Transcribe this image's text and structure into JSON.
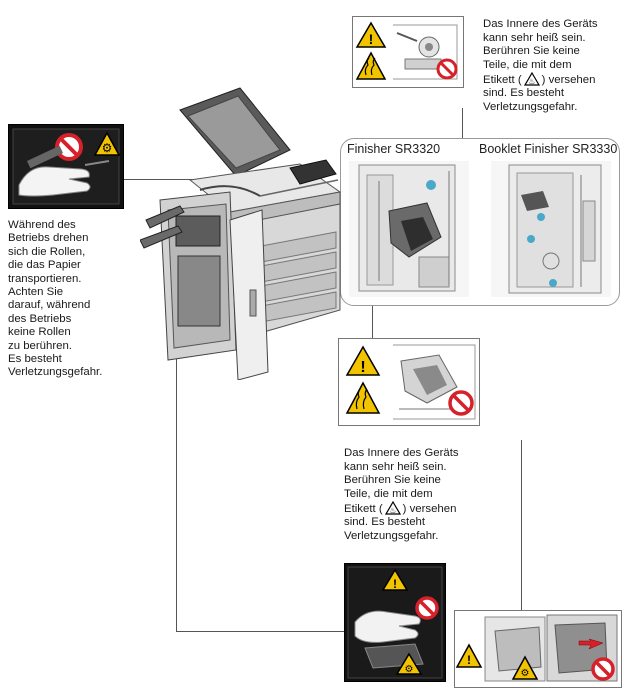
{
  "finisher_panel": {
    "left_title": "Finisher SR3320",
    "right_title": "Booklet Finisher SR3330"
  },
  "roller_warning": "Während des\nBetriebs drehen\nsich die Rollen,\ndie das Papier\ntransportieren.\nAchten Sie\ndarauf, während\ndes Betriebs\nkeine Rollen\nzu berühren.\nEs besteht\nVerletzungsgefahr.",
  "heat_warning_top": {
    "before_symbol": "Das Innere des Geräts\nkann sehr heiß sein.\nBerühren Sie keine\nTeile, die mit dem\nEtikett (",
    "after_symbol": ") versehen\nsind. Es besteht\nVerletzungsgefahr."
  },
  "heat_warning_middle": {
    "before_symbol": "Das Innere des Geräts\nkann sehr heiß sein.\nBerühren Sie keine\nTeile, die mit dem\nEtikett (",
    "after_symbol": ") versehen\nsind. Es besteht\nVerletzungsgefahr."
  },
  "icons": {
    "warning": "warning-triangle-icon",
    "hot_surface": "hot-surface-icon",
    "prohibited": "no-touch-icon",
    "roller": "roller-hazard-icon"
  },
  "colors": {
    "warning_yellow": "#f2c400",
    "prohibit_red": "#d6202a",
    "panel_border": "#9a9a9a"
  }
}
